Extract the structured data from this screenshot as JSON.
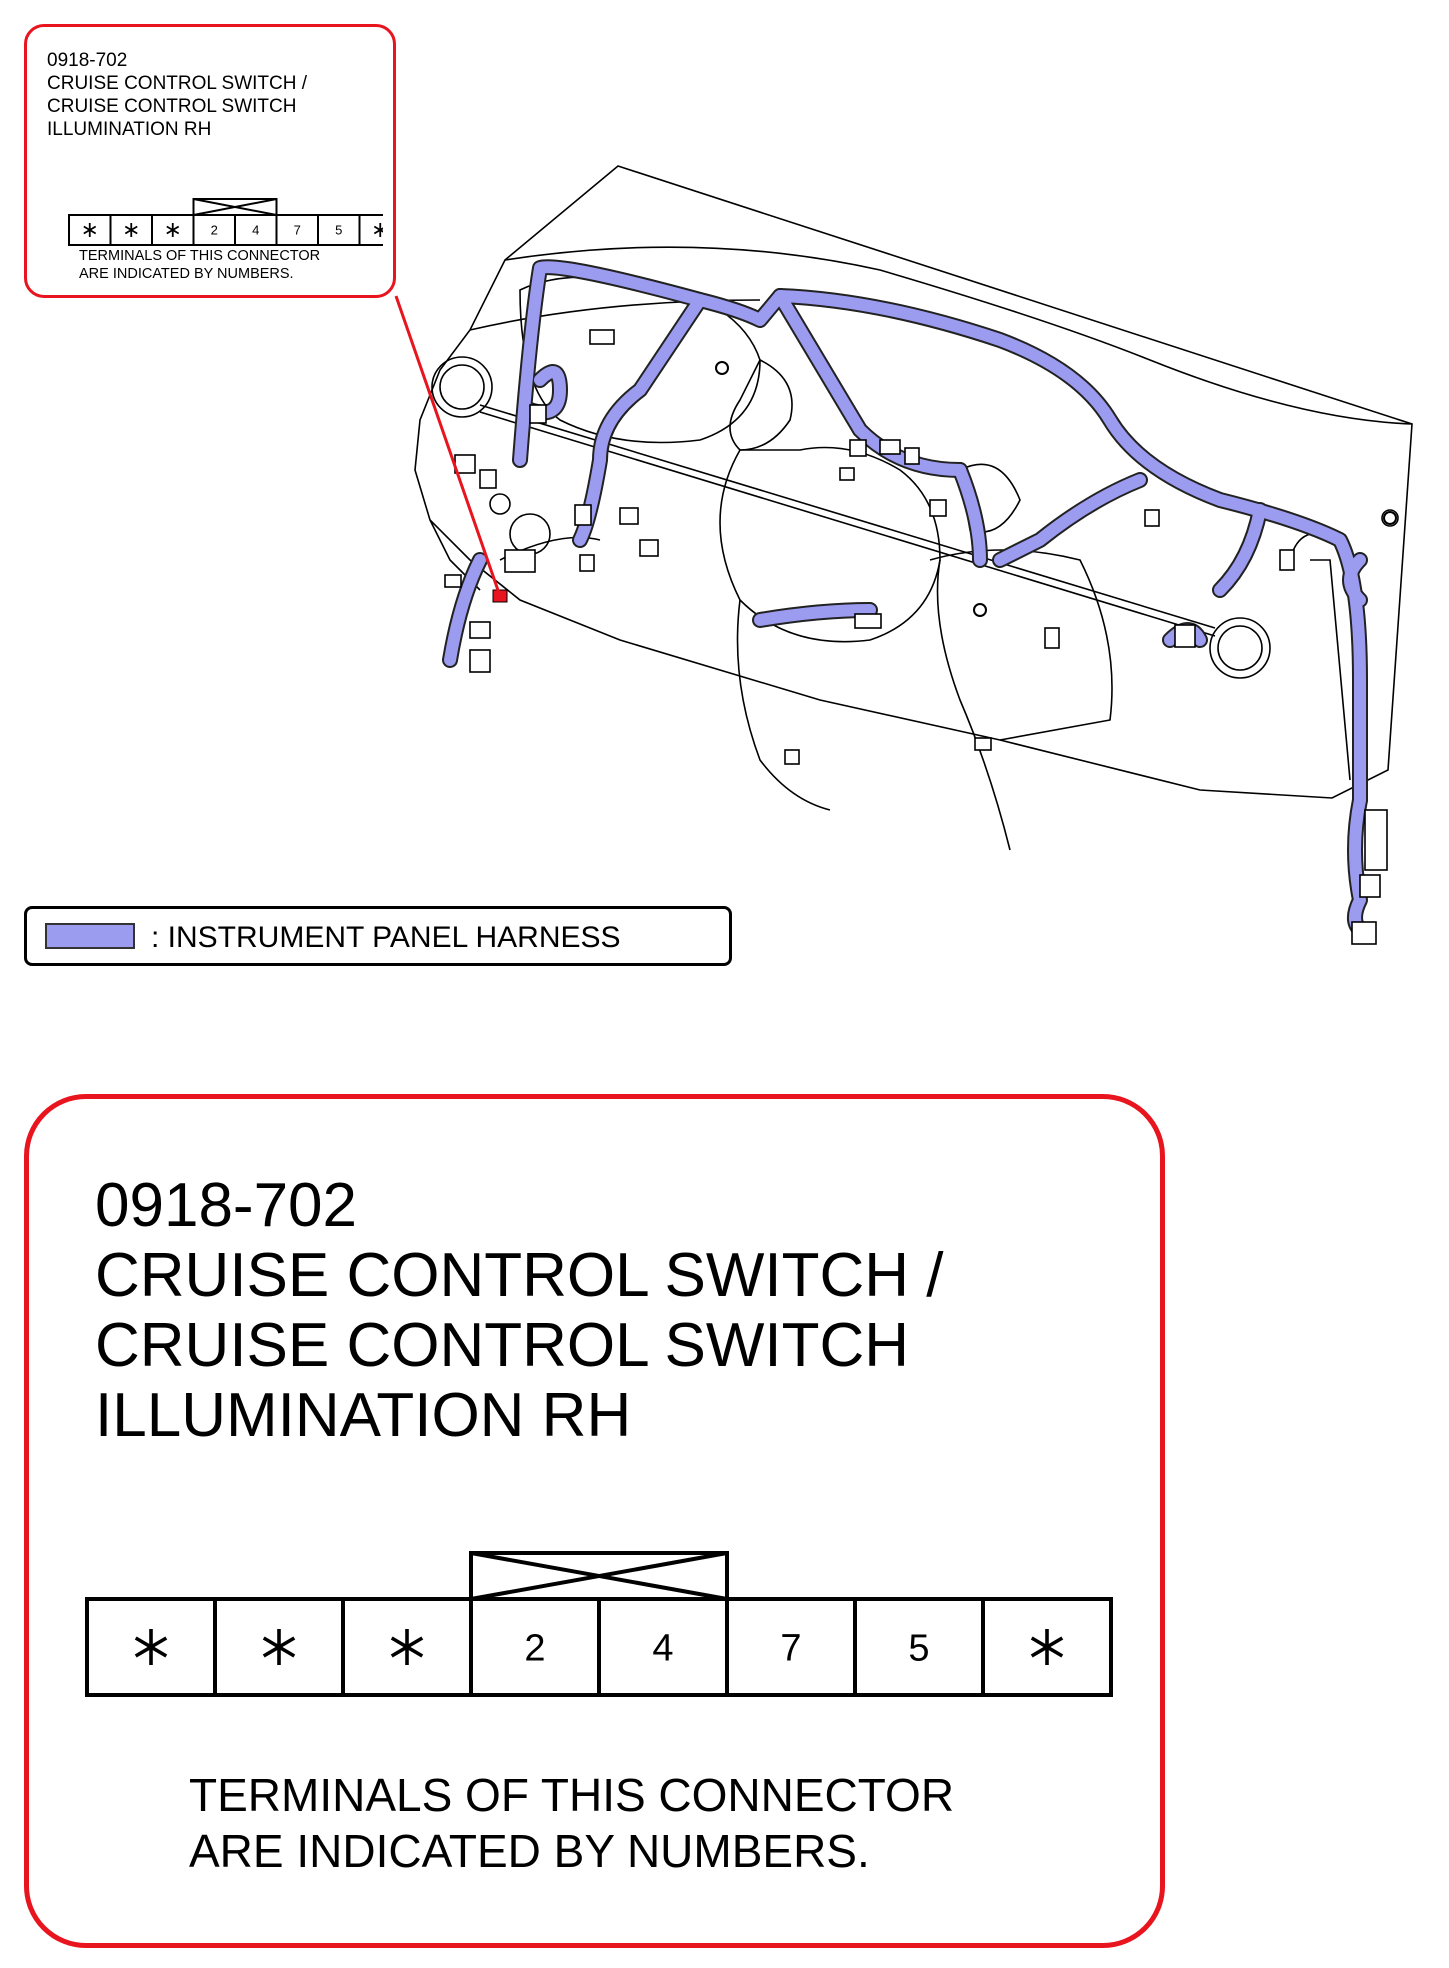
{
  "connector": {
    "code": "0918-702",
    "title": "CRUISE CONTROL SWITCH /\nCRUISE CONTROL SWITCH\nILLUMINATION RH",
    "note": "TERMINALS OF THIS CONNECTOR\nARE INDICATED BY NUMBERS.",
    "terminals": [
      "*",
      "*",
      "*",
      "2",
      "4",
      "7",
      "5",
      "*"
    ],
    "key_over_terminals": [
      3,
      4
    ]
  },
  "legend": {
    "label": ": INSTRUMENT PANEL HARNESS",
    "harness_color": "#9b9bf0"
  },
  "colors": {
    "callout_border": "#e8141e",
    "harness": "#9b9bf0",
    "highlight_connector": "#e8141e"
  }
}
